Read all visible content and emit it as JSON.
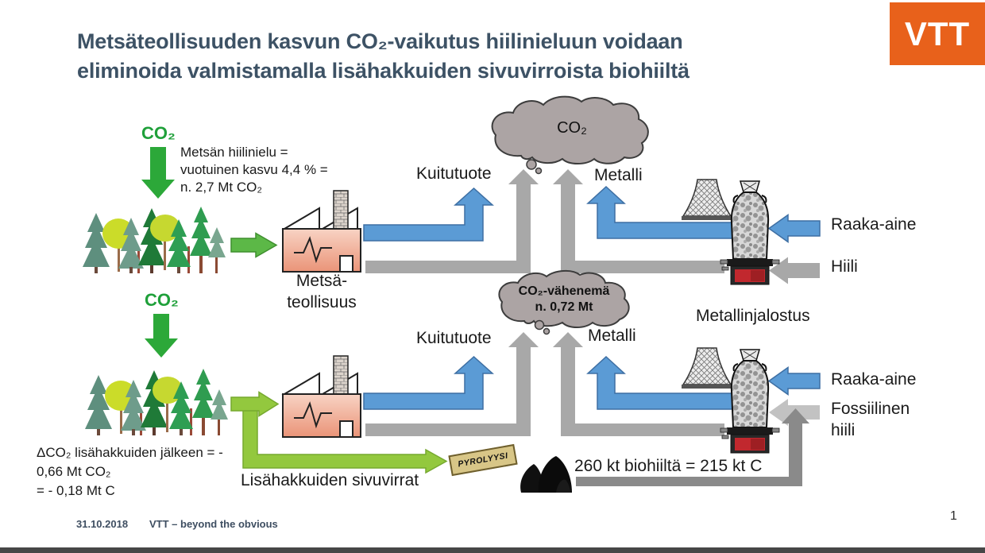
{
  "title": {
    "line1": "Metsäteollisuuden kasvun CO₂-vaikutus hiilinieluun voidaan",
    "line2": "eliminoida valmistamalla lisähakkuiden sivuvirroista biohiiltä"
  },
  "logo": {
    "text": "VTT"
  },
  "labels": {
    "co2": "CO₂",
    "sink_note_l1": "Metsän hiilinielu =",
    "sink_note_l2": "vuotuinen kasvu 4,4 % =",
    "sink_note_l3": "n. 2,7 Mt CO₂",
    "forest_industry_l1": "Metsä-",
    "forest_industry_l2": "teollisuus",
    "fibre_product": "Kuitutuote",
    "metal": "Metalli",
    "cloud_top": "CO₂",
    "cloud_bottom_l1": "CO₂-vähenemä",
    "cloud_bottom_l2": "n. 0,72 Mt",
    "raw_material": "Raaka-aine",
    "coal": "Hiili",
    "fossil_coal_l1": "Fossiilinen",
    "fossil_coal_l2": "hiili",
    "metal_refining": "Metallinjalostus",
    "delta_l1": "ΔCO₂ lisähakkuiden jälkeen = -",
    "delta_l2": "0,66 Mt CO₂",
    "delta_l3": "= - 0,18 Mt C",
    "side_streams": "Lisähakkuiden sivuvirrat",
    "pyrolysis": "PYROLYYSI",
    "biochar": "260 kt biohiiltä = 215 kt C"
  },
  "footer": {
    "date": "31.10.2018",
    "tagline": "VTT – beyond the obvious",
    "page": "1"
  },
  "colors": {
    "brand_orange": "#E8611B",
    "title_text": "#3D5265",
    "arrow_blue": "#5B9BD5",
    "arrow_gray": "#A8A8A8",
    "arrow_gray_light": "#C2C2C2",
    "arrow_gray_dark": "#8A8A8A",
    "arrow_green_dark": "#2CA839",
    "arrow_green_light": "#93C83E",
    "cloud_gray": "#ACA4A4",
    "factory_pink": "#EC9B80",
    "furnace_red": "#C1282E",
    "pyrolysis_tag": "#D8C687"
  }
}
